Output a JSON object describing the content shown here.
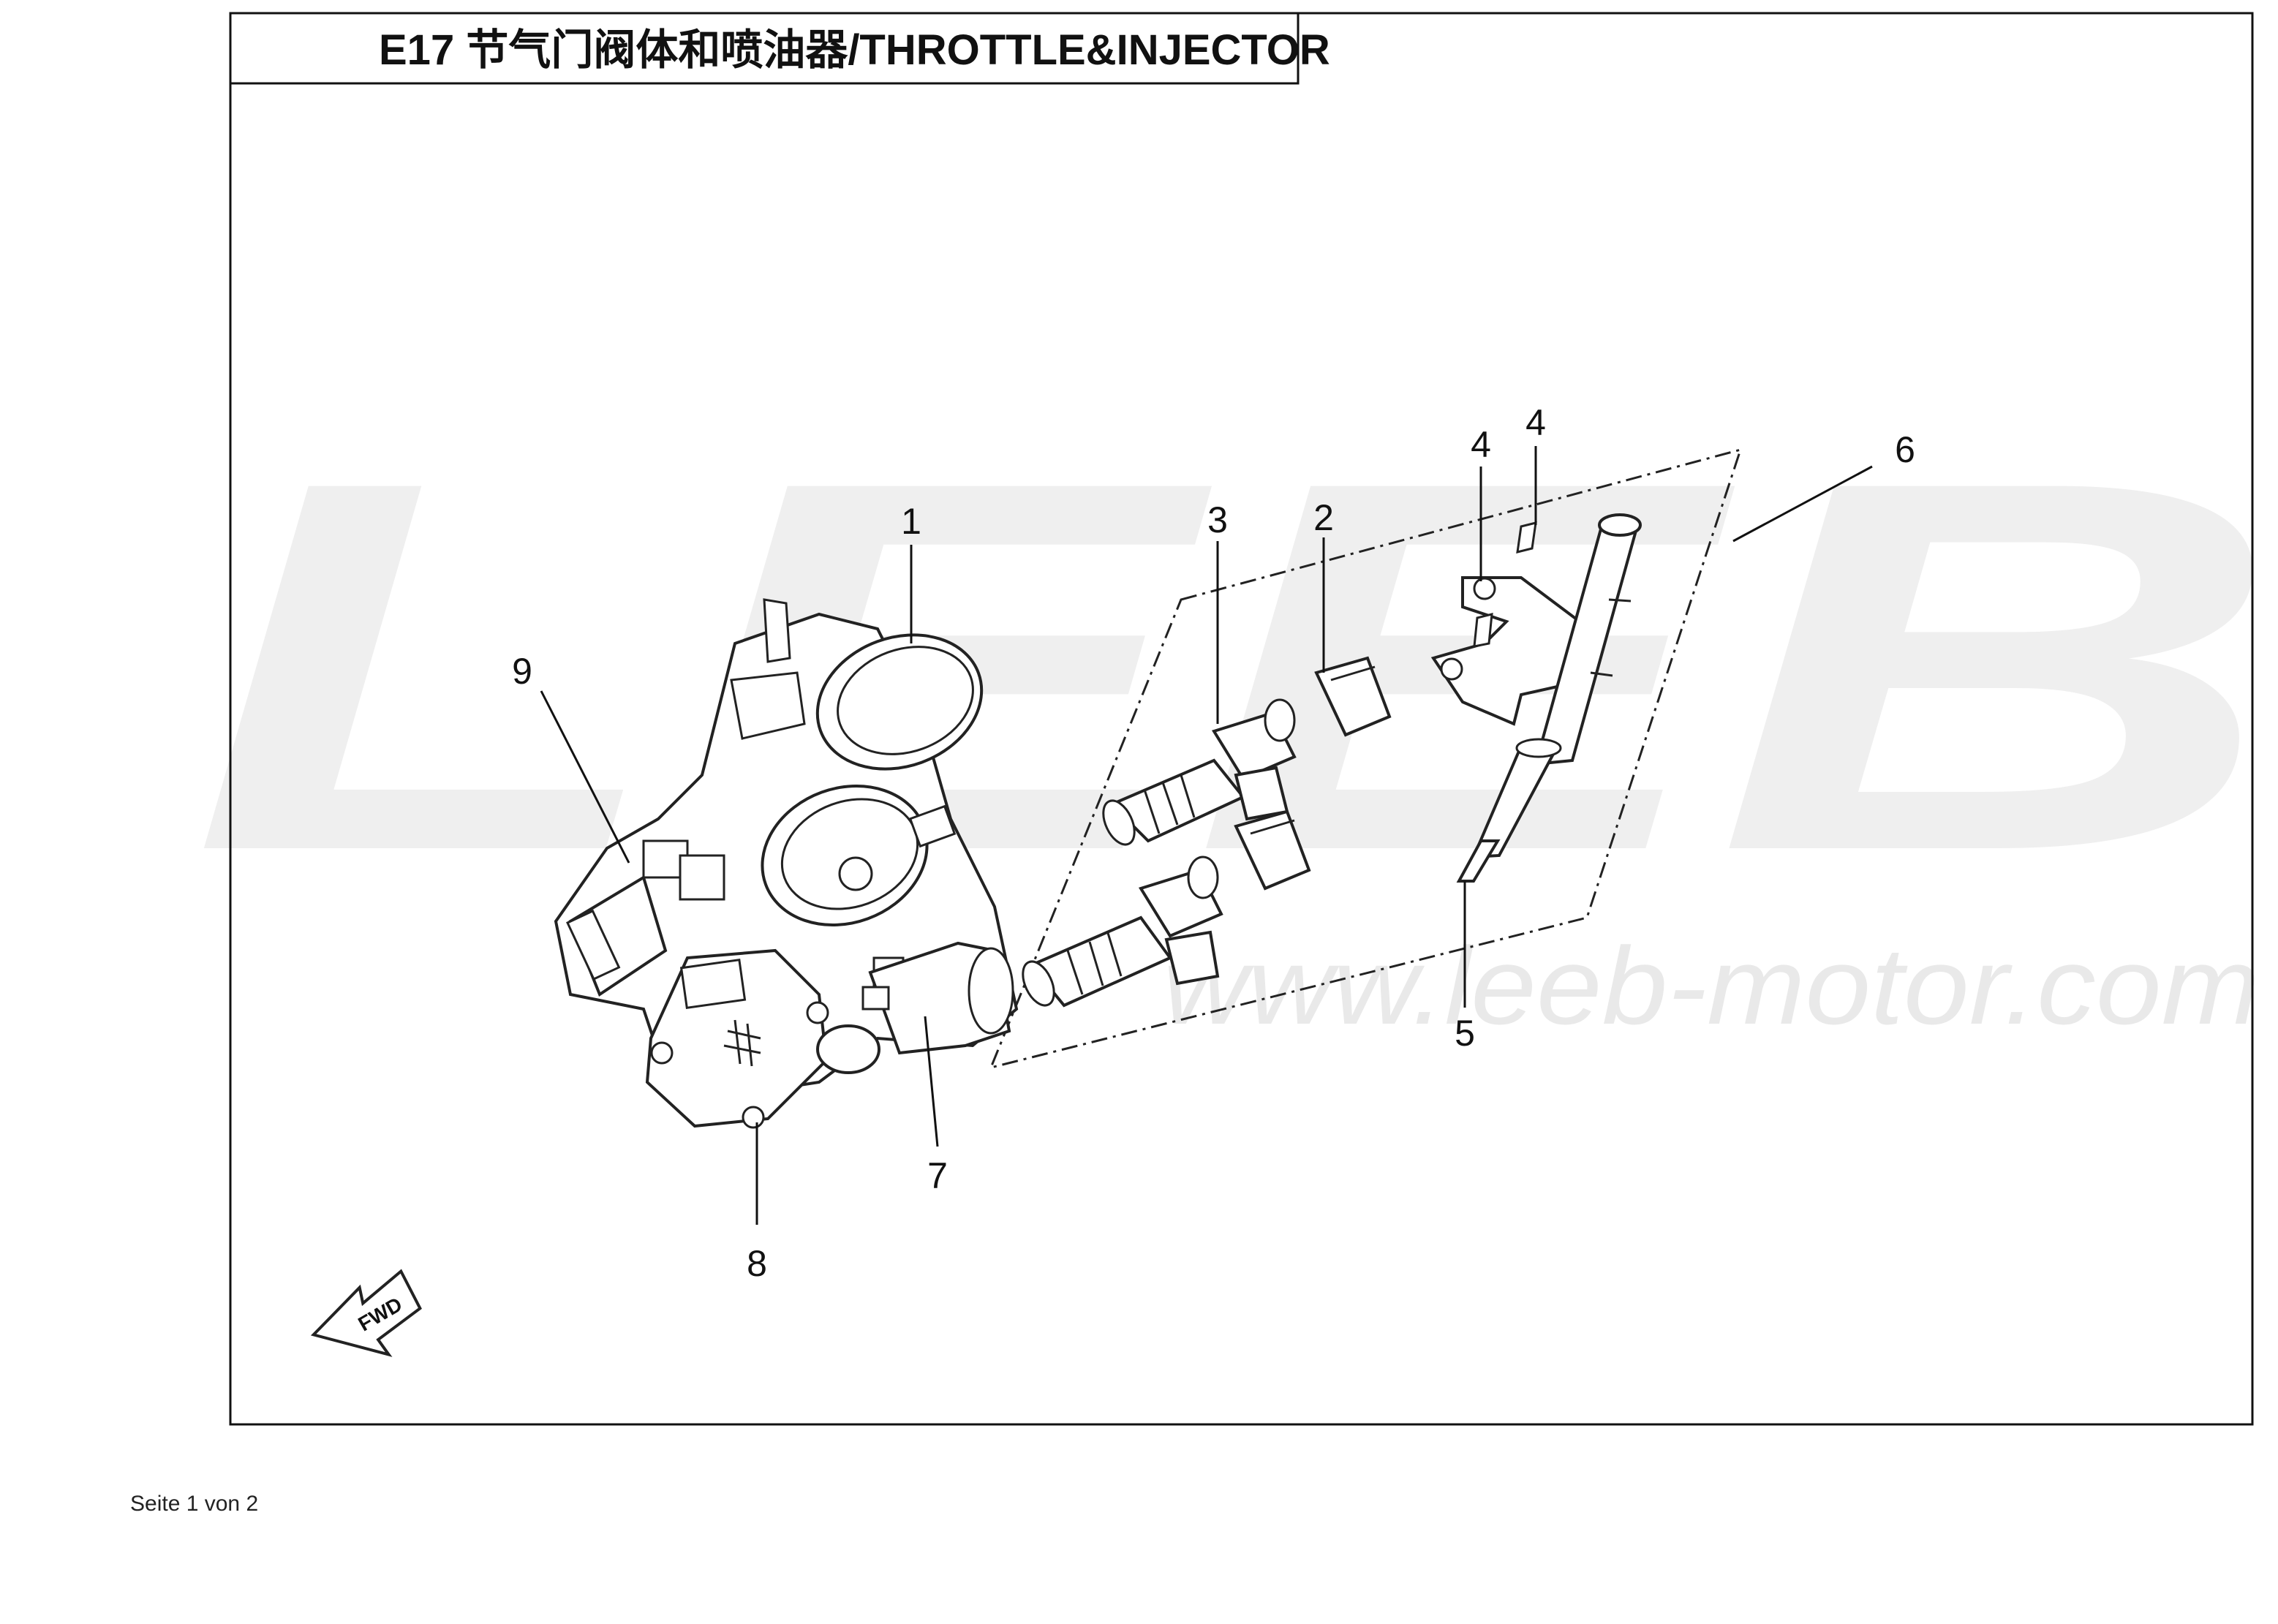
{
  "title": "E17 节气门阀体和喷油器/THROTTLE&INJECTOR",
  "watermark": {
    "brand": "LEEB",
    "url": "www.leeb-motor.com"
  },
  "direction_label": "FWD",
  "callouts": [
    "1",
    "2",
    "3",
    "4",
    "4",
    "5",
    "6",
    "7",
    "8",
    "9"
  ],
  "footer": "Seite 1 von 2"
}
